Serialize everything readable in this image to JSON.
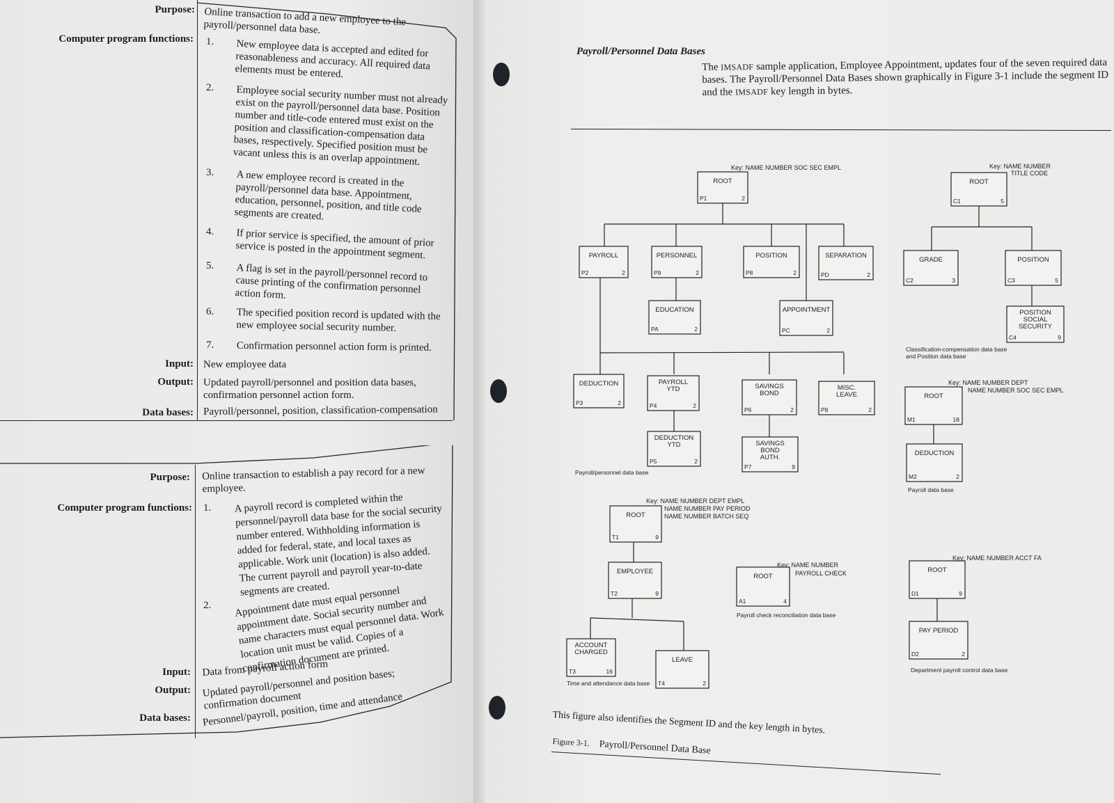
{
  "left_page": {
    "table1": {
      "purpose_label": "Purpose:",
      "purpose": "Online transaction to add a new employee to the payroll/personnel data base.",
      "functions_label": "Computer program functions:",
      "functions": [
        {
          "n": "1.",
          "text": "New employee data is accepted and edited for reasonableness and accuracy. All required data elements must be entered."
        },
        {
          "n": "2.",
          "text": "Employee social security number must not already exist on the payroll/personnel data base. Position number and title-code entered must exist on the position and classification-compensation data bases, respectively. Specified position must be vacant unless this is an overlap appointment."
        },
        {
          "n": "3.",
          "text": "A new employee record is created in the payroll/personnel data base. Appointment, education, personnel, position, and title code segments are created."
        },
        {
          "n": "4.",
          "text": "If prior service is specified, the amount of prior service is posted in the appointment segment."
        },
        {
          "n": "5.",
          "text": "A flag is set in the payroll/personnel record to cause printing of the confirmation personnel action form."
        },
        {
          "n": "6.",
          "text": "The specified position record is updated with the new employee social security number."
        },
        {
          "n": "7.",
          "text": "Confirmation personnel action form is printed."
        }
      ],
      "input_label": "Input:",
      "input": "New employee data",
      "output_label": "Output:",
      "output": "Updated payroll/personnel and position data bases, confirmation personnel action form.",
      "databases_label": "Data bases:",
      "databases": "Payroll/personnel, position, classification-compensation"
    },
    "table2": {
      "purpose_label": "Purpose:",
      "purpose": "Online transaction to establish a pay record for a new employee.",
      "functions_label": "Computer program functions:",
      "functions": [
        {
          "n": "1.",
          "text": "A payroll record is completed within the personnel/payroll data base for the social security number entered. Withholding information is added for federal, state, and local taxes as applicable. Work unit (location) is also added. The current payroll and payroll year-to-date segments are created."
        },
        {
          "n": "2.",
          "text": "Appointment date must equal personnel appointment date. Social security number and name characters must equal personnel data. Work location unit must be valid. Copies of a confirmation document are printed."
        }
      ],
      "input_label": "Input:",
      "input": "Data from payroll action form",
      "output_label": "Output:",
      "output": "Updated payroll/personnel and position bases; confirmation document",
      "databases_label": "Data bases:",
      "databases": "Personnel/payroll, position, time and attendance"
    }
  },
  "right_page": {
    "heading": "Payroll/Personnel Data Bases",
    "intro_parts": [
      "The ",
      "IMSADF",
      " sample application, Employee Appointment, updates four of the seven required data bases. The Payroll/Personnel Data Bases shown graphically in Figure 3-1 include the segment ID and the ",
      "IMSADF",
      " key length in bytes."
    ],
    "diagram": {
      "db_payroll_personnel": {
        "key": "Key: NAME NUMBER SOC SEC EMPL",
        "caption": "Payroll/personnel data base",
        "segments": [
          {
            "name": "ROOT",
            "id": "P1",
            "len": "2"
          },
          {
            "name": "PAYROLL",
            "id": "P2",
            "len": "2"
          },
          {
            "name": "PERSONNEL",
            "id": "P9",
            "len": "2"
          },
          {
            "name": "POSITION",
            "id": "P8",
            "len": "2"
          },
          {
            "name": "SEPARATION",
            "id": "PD",
            "len": "2"
          },
          {
            "name": "EDUCATION",
            "id": "PA",
            "len": "2"
          },
          {
            "name": "APPOINTMENT",
            "id": "PC",
            "len": "2"
          },
          {
            "name": "DEDUCTION",
            "id": "P3",
            "len": "2"
          },
          {
            "name": "PAYROLL YTD",
            "id": "P4",
            "len": "2"
          },
          {
            "name": "SAVINGS BOND",
            "id": "P6",
            "len": "2"
          },
          {
            "name": "MISC. LEAVE",
            "id": "P8",
            "len": "2"
          },
          {
            "name": "DEDUCTION YTD",
            "id": "P5",
            "len": "2"
          },
          {
            "name": "SAVINGS BOND AUTH.",
            "id": "P7",
            "len": "9"
          }
        ]
      },
      "db_classification": {
        "key": "Key: NAME NUMBER TITLE CODE",
        "caption": "Classification-compensation data base and Position data base",
        "segments": [
          {
            "name": "ROOT",
            "id": "C1",
            "len": "5"
          },
          {
            "name": "GRADE",
            "id": "C2",
            "len": "3"
          },
          {
            "name": "POSITION",
            "id": "C3",
            "len": "5"
          },
          {
            "name": "POSITION SOCIAL SECURITY",
            "id": "C4",
            "len": "9"
          }
        ]
      },
      "db_payroll": {
        "key": "Key: NAME NUMBER DEPT NAME NUMBER SOC SEC EMPL",
        "caption": "Payroll data base",
        "segments": [
          {
            "name": "ROOT",
            "id": "M1",
            "len": "18"
          },
          {
            "name": "DEDUCTION",
            "id": "M2",
            "len": "2"
          }
        ]
      },
      "db_time_attendance": {
        "key": "Key: NAME NUMBER DEPT EMPL NAME NUMBER PAY PERIOD NAME NUMBER BATCH SEQ",
        "caption": "Time and attendance data base",
        "segments": [
          {
            "name": "ROOT",
            "id": "T1",
            "len": "9"
          },
          {
            "name": "EMPLOYEE",
            "id": "T2",
            "len": "9"
          },
          {
            "name": "ACCOUNT CHARGED",
            "id": "T3",
            "len": "16"
          },
          {
            "name": "LEAVE",
            "id": "T4",
            "len": "2"
          }
        ]
      },
      "db_payroll_check": {
        "key": "Key: NAME NUMBER PAYROLL CHECK",
        "caption": "Payroll check reconciliation data base",
        "segments": [
          {
            "name": "ROOT",
            "id": "A1",
            "len": "4"
          }
        ]
      },
      "db_department": {
        "key": "Key: NAME NUMBER ACCT FA",
        "caption": "Department payroll control data base",
        "segments": [
          {
            "name": "ROOT",
            "id": "D1",
            "len": "9"
          },
          {
            "name": "PAY PERIOD",
            "id": "D2",
            "len": "2"
          }
        ]
      }
    },
    "figure_note": "This figure also identifies the Segment ID and the key length in bytes.",
    "figure_label": "Figure 3-1.",
    "figure_title": "Payroll/Personnel Data Base"
  }
}
